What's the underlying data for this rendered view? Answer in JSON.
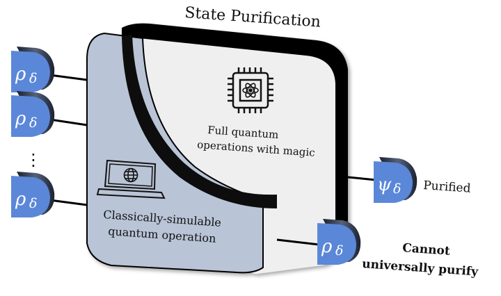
{
  "title": "State Purification",
  "inputs": {
    "symbol_main": "ρ",
    "symbol_sub": "δ",
    "count_visible": 3,
    "ellipsis": "⋮"
  },
  "regions": {
    "quantum": {
      "icon": "quantum-chip-icon",
      "line1": "Full quantum",
      "line2": "operations with magic",
      "color": "#efefef"
    },
    "classical": {
      "icon": "laptop-globe-icon",
      "line1": "Classically-simulable",
      "line2": "quantum operation",
      "color": "#b9c4d6"
    }
  },
  "outputs": {
    "purified": {
      "symbol_main": "ψ",
      "symbol_sub": "δ",
      "label": "Purified"
    },
    "unpurified": {
      "symbol_main": "ρ",
      "symbol_sub": "δ",
      "label_line1": "Cannot",
      "label_line2": "universally purify"
    }
  },
  "colors": {
    "state_block": "#5b87d8",
    "state_side": "#2a3446",
    "box_edge": "#000000"
  }
}
